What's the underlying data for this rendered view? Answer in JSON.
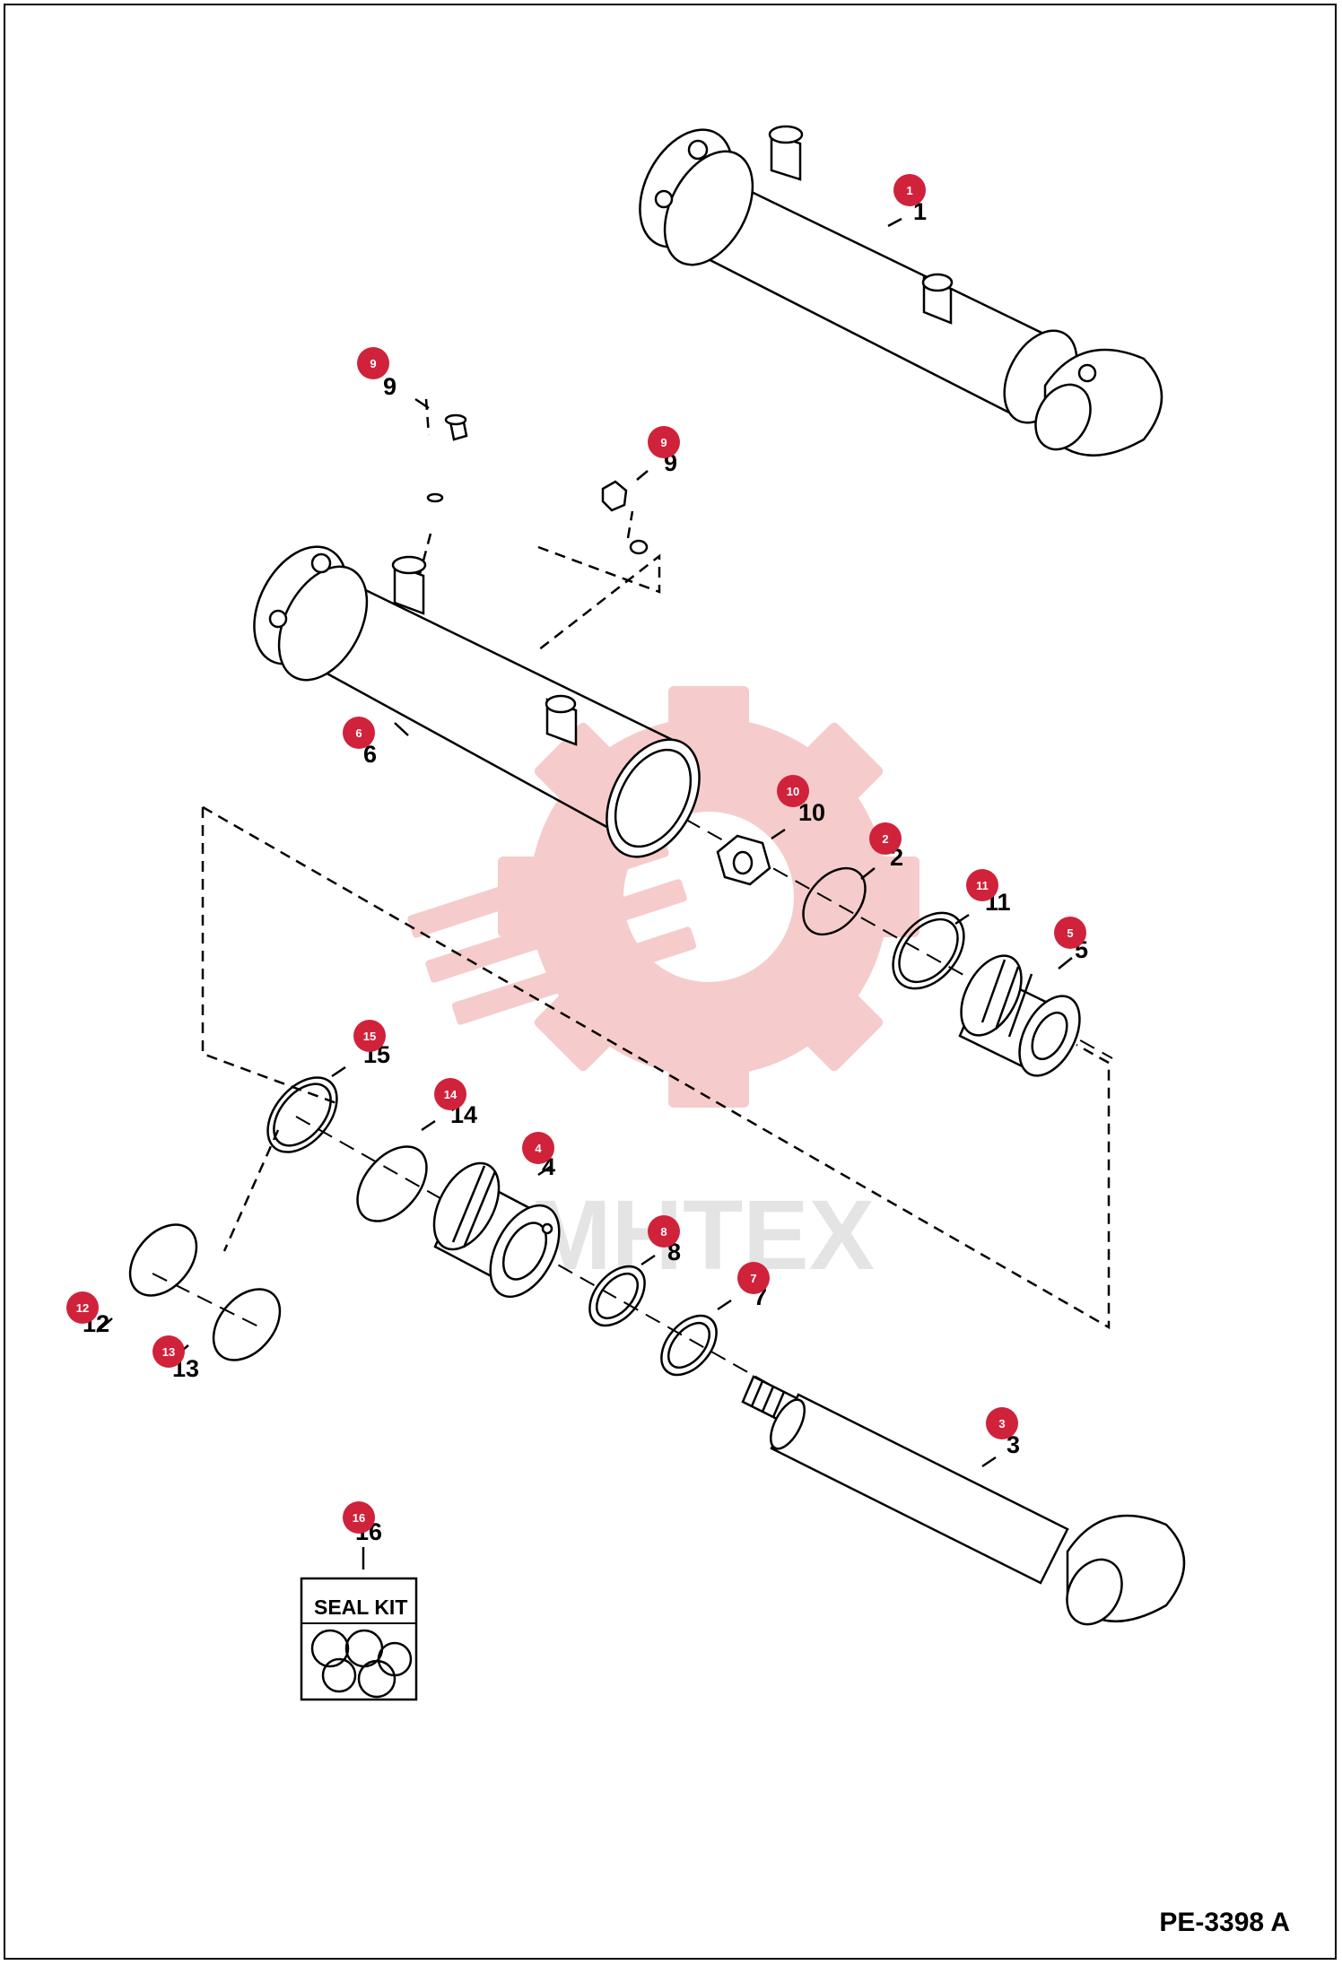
{
  "drawing_id": "PE-3398 A",
  "watermark_text": "MHTEX",
  "seal_kit_label": "SEAL KIT",
  "accent_color": "#d0223b",
  "watermark_color": "#f6c6c6",
  "parts": [
    {
      "id": "1",
      "label": "1"
    },
    {
      "id": "2",
      "label": "2"
    },
    {
      "id": "3",
      "label": "3"
    },
    {
      "id": "4",
      "label": "4"
    },
    {
      "id": "5",
      "label": "5"
    },
    {
      "id": "6",
      "label": "6"
    },
    {
      "id": "7",
      "label": "7"
    },
    {
      "id": "8",
      "label": "8"
    },
    {
      "id": "9a",
      "label": "9"
    },
    {
      "id": "9b",
      "label": "9"
    },
    {
      "id": "10",
      "label": "10"
    },
    {
      "id": "11",
      "label": "11"
    },
    {
      "id": "12",
      "label": "12"
    },
    {
      "id": "13",
      "label": "13"
    },
    {
      "id": "14",
      "label": "14"
    },
    {
      "id": "15",
      "label": "15"
    },
    {
      "id": "16",
      "label": "16"
    }
  ]
}
